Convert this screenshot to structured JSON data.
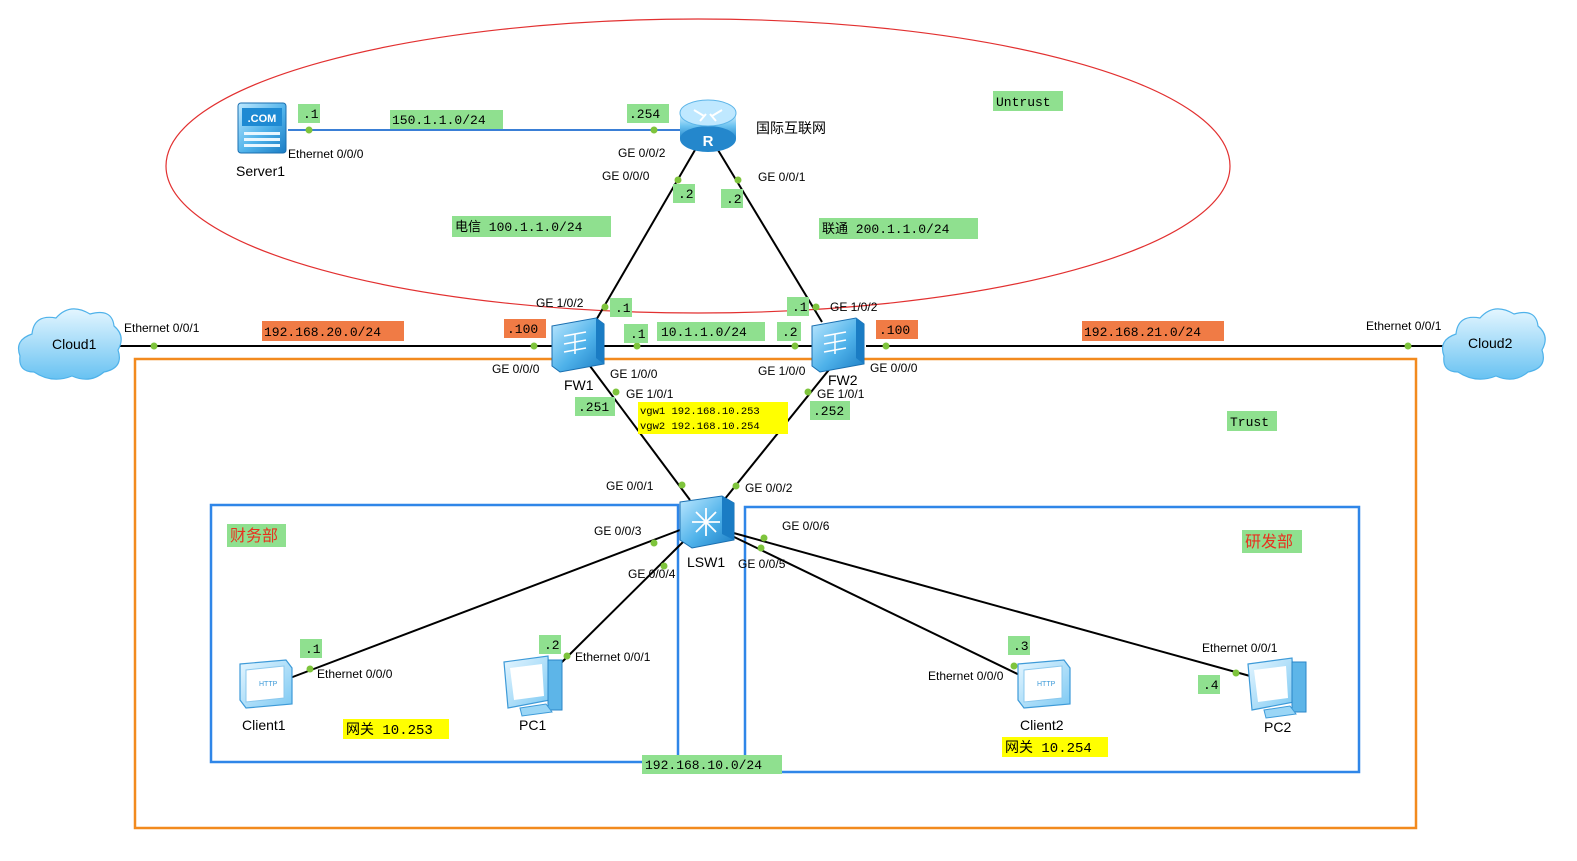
{
  "colors": {
    "green_label": "#8fe08f",
    "orange_label": "#f07b45",
    "yellow_label": "#ffff00",
    "untrust_ellipse": "#e23030",
    "trust_box": "#f28a1e",
    "dept_box": "#2f86e8",
    "port_dot": "#7ec43c",
    "red_text": "#e8301f"
  },
  "devices": {
    "server1": "Server1",
    "router": "国际互联网",
    "fw1": "FW1",
    "fw2": "FW2",
    "lsw1": "LSW1",
    "cloud1": "Cloud1",
    "cloud2": "Cloud2",
    "client1": "Client1",
    "pc1": "PC1",
    "client2": "Client2",
    "pc2": "PC2",
    "server_badge": ".COM",
    "http_badge": "HTTP"
  },
  "zones": {
    "untrust": "Untrust",
    "trust": "Trust",
    "finance": "财务部",
    "rnd": "研发部"
  },
  "networks": {
    "server_net": "150.1.1.0/24",
    "telecom": "电信 100.1.1.0/24",
    "unicom": "联通 200.1.1.0/24",
    "heartbeat": "10.1.1.0/24",
    "cloud1_net": "192.168.20.0/24",
    "cloud2_net": "192.168.21.0/24",
    "lan": "192.168.10.0/24",
    "vgw1": "vgw1 192.168.10.253",
    "vgw2": "vgw2 192.168.10.254",
    "gw_finance": "网关 10.253",
    "gw_rnd": "网关 10.254"
  },
  "addresses": {
    "server1": ".1",
    "router_server": ".254",
    "router_telecom": ".2",
    "router_unicom": ".2",
    "fw1_telecom": ".1",
    "fw2_unicom": ".1",
    "fw1_heartbeat": ".1",
    "fw2_heartbeat": ".2",
    "fw1_cloud": ".100",
    "fw2_cloud": ".100",
    "fw1_lan": ".251",
    "fw2_lan": ".252",
    "client1": ".1",
    "pc1": ".2",
    "client2": ".3",
    "pc2": ".4"
  },
  "ports": {
    "server1_eth": "Ethernet 0/0/0",
    "router_ge002": "GE 0/0/2",
    "router_ge000": "GE 0/0/0",
    "router_ge001": "GE 0/0/1",
    "fw1_ge102": "GE 1/0/2",
    "fw1_ge000": "GE 0/0/0",
    "fw1_ge100": "GE 1/0/0",
    "fw1_ge101": "GE 1/0/1",
    "fw2_ge102": "GE 1/0/2",
    "fw2_ge100": "GE 1/0/0",
    "fw2_ge000": "GE 0/0/0",
    "fw2_ge101": "GE 1/0/1",
    "cloud1_eth": "Ethernet 0/0/1",
    "cloud2_eth": "Ethernet 0/0/1",
    "lsw_ge001": "GE 0/0/1",
    "lsw_ge002": "GE 0/0/2",
    "lsw_ge003": "GE 0/0/3",
    "lsw_ge004": "GE 0/0/4",
    "lsw_ge006": "GE 0/0/6",
    "lsw_ge005": "GE 0/0/5",
    "client1_eth": "Ethernet 0/0/0",
    "pc1_eth": "Ethernet 0/0/1",
    "client2_eth": "Ethernet 0/0/0",
    "pc2_eth": "Ethernet 0/0/1"
  }
}
